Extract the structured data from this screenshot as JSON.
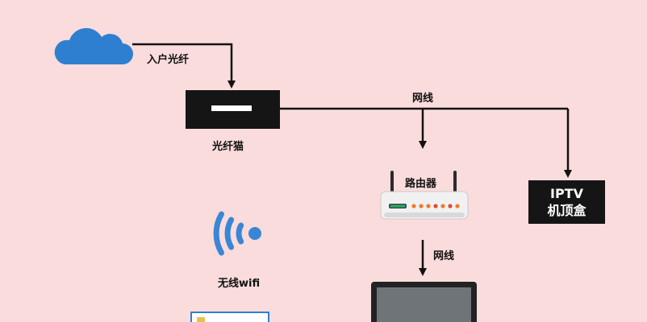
{
  "labels": {
    "fiber_in": "入户光纤",
    "modem": "光纤猫",
    "cable_top": "网线",
    "router": "路由器",
    "iptv_line1": "IPTV",
    "iptv_line2": "机顶盒",
    "cable_bottom": "网线",
    "wifi": "无线wifi"
  },
  "colors": {
    "background": "#fadcdc",
    "cloud": "#2f7fd1",
    "wifi": "#3a86d6",
    "modem": "#151515",
    "router_body": "#f1f1f1",
    "router_panel": "#3d4a55",
    "led_green": "#27ae60",
    "led_orange": "#f07b2a",
    "led_red": "#e04b3a",
    "monitor_screen": "#6f7479"
  },
  "icons": [
    "cloud-icon",
    "modem-icon",
    "router-icon",
    "wifi-icon",
    "monitor-icon",
    "iptv-box"
  ]
}
